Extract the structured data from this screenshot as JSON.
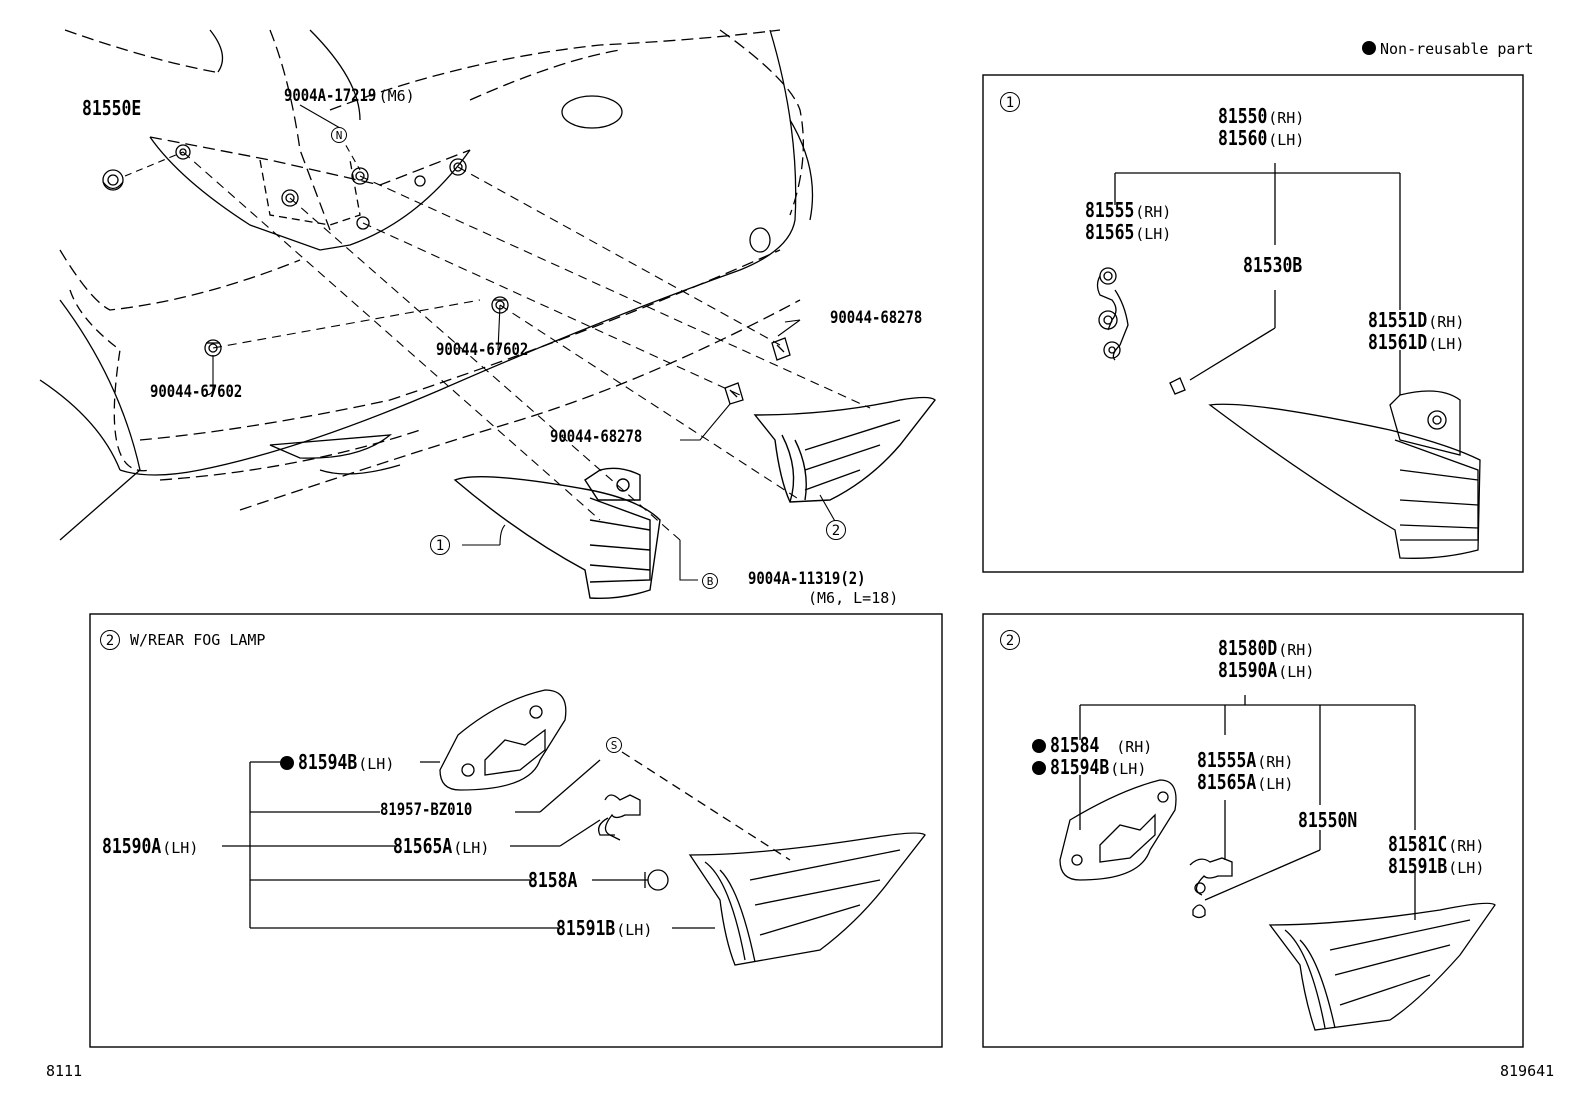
{
  "legend": "Non-reusable part",
  "footer": {
    "left": "8111",
    "right": "819641"
  },
  "main": {
    "p81550E": "81550E",
    "p9004A17219": "9004A-17219",
    "p9004A17219_spec": "(M6)",
    "bolt_mark": "N",
    "p90044_67602_a": "90044-67602",
    "p90044_67602_b": "90044-67602",
    "p90044_68278_a": "90044-68278",
    "p90044_68278_b": "90044-68278",
    "ref1": "1",
    "ref2": "2",
    "pB_mark": "B",
    "p9004A11319": "9004A-11319(2)",
    "p9004A11319_spec": "(M6, L=18)"
  },
  "panel1": {
    "num": "1",
    "a1": "81550",
    "a1s": "(RH)",
    "a2": "81560",
    "a2s": "(LH)",
    "b1": "81555",
    "b1s": "(RH)",
    "b2": "81565",
    "b2s": "(LH)",
    "c": "81530B",
    "d1": "81551D",
    "d1s": "(RH)",
    "d2": "81561D",
    "d2s": "(LH)"
  },
  "panel2": {
    "num": "2",
    "title": "W/REAR FOG LAMP",
    "q1": "81594B",
    "q1s": "(LH)",
    "q2": "81957-BZ010",
    "q3": "81565A",
    "q3s": "(LH)",
    "q4": "8158A",
    "q5": "81591B",
    "q5s": "(LH)",
    "root": "81590A",
    "roots": "(LH)",
    "s_mark": "S"
  },
  "panel3": {
    "num": "2",
    "a1": "81580D",
    "a1s": "(RH)",
    "a2": "81590A",
    "a2s": "(LH)",
    "b1": "81584",
    "b1s": "(RH)",
    "b2": "81594B",
    "b2s": "(LH)",
    "c1": "81555A",
    "c1s": "(RH)",
    "c2": "81565A",
    "c2s": "(LH)",
    "d": "81550N",
    "e1": "81581C",
    "e1s": "(RH)",
    "e2": "81591B",
    "e2s": "(LH)"
  }
}
